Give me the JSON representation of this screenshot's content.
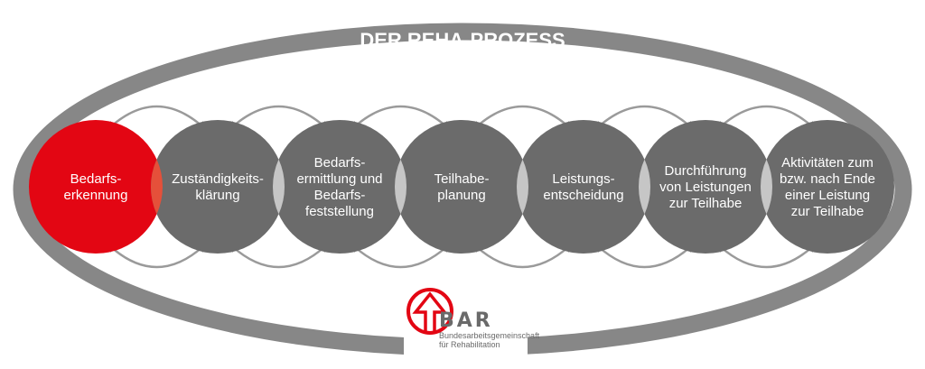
{
  "title": "DER REHA-PROZESS",
  "steps": [
    {
      "lines": [
        "Bedarfs-",
        "erkennung"
      ],
      "active": true
    },
    {
      "lines": [
        "Zuständigkeits-",
        "klärung"
      ]
    },
    {
      "lines": [
        "Bedarfs-",
        "ermittlung und",
        "Bedarfs-",
        "feststellung"
      ]
    },
    {
      "lines": [
        "Teilhabe-",
        "planung"
      ]
    },
    {
      "lines": [
        "Leistungs-",
        "entscheidung"
      ]
    },
    {
      "lines": [
        "Durchführung",
        "von Leistungen",
        "zur Teilhabe"
      ]
    },
    {
      "lines": [
        "Aktivitäten zum",
        "bzw. nach Ende",
        "einer Leistung",
        "zur Teilhabe"
      ]
    }
  ],
  "logo": {
    "name": "BAR",
    "line1": "Bundesarbeitsgemeinschaft",
    "line2": "für Rehabilitation"
  },
  "colors": {
    "active": "#e30613",
    "step": "#6b6b6b",
    "lens": "#c6c6c6",
    "active_lens": "#e5503a",
    "ring": "#878787",
    "arrow": "#9a9a9a"
  }
}
